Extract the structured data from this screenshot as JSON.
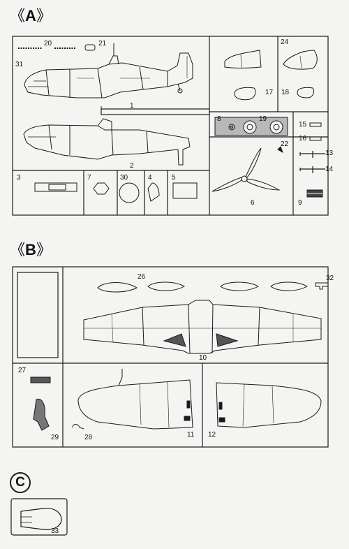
{
  "sections": {
    "a": {
      "label": "A",
      "open": "《",
      "close": "》"
    },
    "b": {
      "label": "B",
      "open": "《",
      "close": "》"
    },
    "c": {
      "label": "C"
    }
  },
  "parts": [
    {
      "id": "p20",
      "text": "20"
    },
    {
      "id": "p21",
      "text": "21"
    },
    {
      "id": "p31",
      "text": "31"
    },
    {
      "id": "p1",
      "text": "1"
    },
    {
      "id": "p2",
      "text": "2"
    },
    {
      "id": "p24",
      "text": "24"
    },
    {
      "id": "p17",
      "text": "17"
    },
    {
      "id": "p18",
      "text": "18"
    },
    {
      "id": "p8",
      "text": "8"
    },
    {
      "id": "p19",
      "text": "19"
    },
    {
      "id": "p15",
      "text": "15"
    },
    {
      "id": "p16",
      "text": "16"
    },
    {
      "id": "p22",
      "text": "22"
    },
    {
      "id": "p13",
      "text": "13"
    },
    {
      "id": "p14",
      "text": "14"
    },
    {
      "id": "p6",
      "text": "6"
    },
    {
      "id": "p9",
      "text": "9"
    },
    {
      "id": "p3",
      "text": "3"
    },
    {
      "id": "p7",
      "text": "7"
    },
    {
      "id": "p30",
      "text": "30"
    },
    {
      "id": "p4",
      "text": "4"
    },
    {
      "id": "p5",
      "text": "5"
    },
    {
      "id": "p26",
      "text": "26"
    },
    {
      "id": "p32",
      "text": "32"
    },
    {
      "id": "p10",
      "text": "10"
    },
    {
      "id": "p27",
      "text": "27"
    },
    {
      "id": "p29",
      "text": "29"
    },
    {
      "id": "p28",
      "text": "28"
    },
    {
      "id": "p11",
      "text": "11"
    },
    {
      "id": "p12",
      "text": "12"
    },
    {
      "id": "p33",
      "text": "33"
    }
  ],
  "colors": {
    "ink": "#1a1a1a",
    "paper": "#f4f4f2",
    "shade": "#9a9a9a"
  }
}
